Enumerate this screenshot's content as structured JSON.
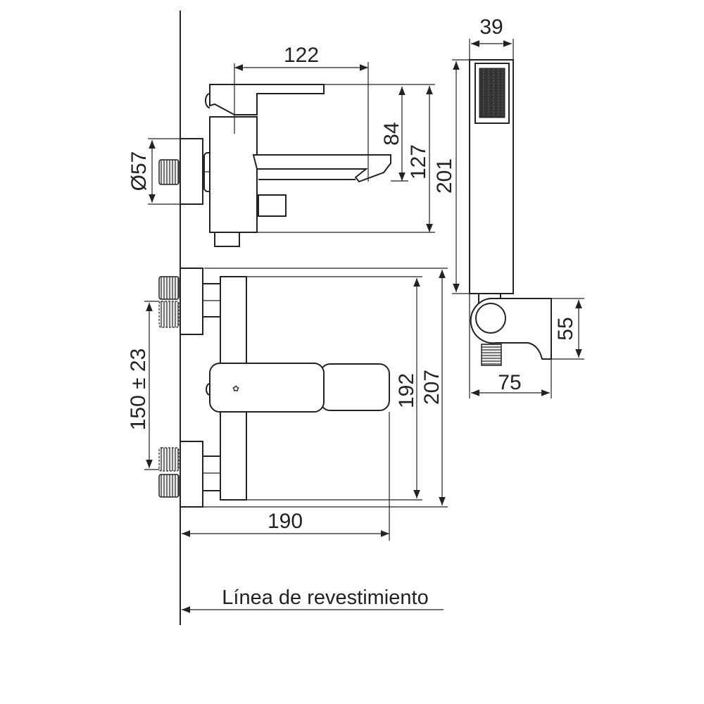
{
  "dimensions": {
    "spout_reach": "122",
    "spout_height": "84",
    "body_height": "127",
    "flange_diameter": "Ø57",
    "shower_width": "39",
    "shower_length": "201",
    "holder_height": "55",
    "holder_depth": "75",
    "inlet_spacing": "150 ± 23",
    "front_height_inner": "192",
    "front_height_outer": "207",
    "total_depth": "190"
  },
  "wall_label": "Línea de revestimiento"
}
